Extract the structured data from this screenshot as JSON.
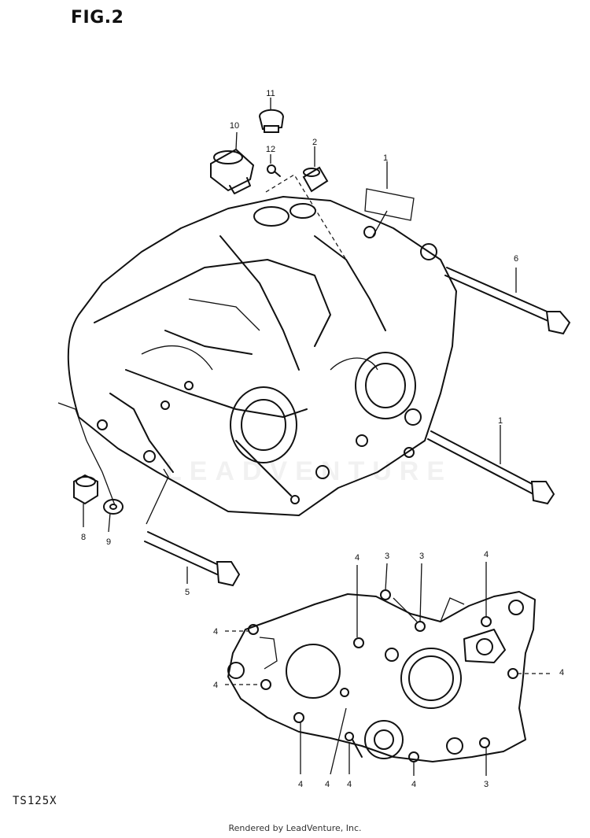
{
  "figure": {
    "title": "FIG.2"
  },
  "model": "TS125X",
  "footer": "Rendered by LeadVenture, Inc.",
  "watermark": "LEADVENTURE",
  "callouts": {
    "c1a": "1",
    "c1b": "1",
    "c2": "2",
    "c3a": "3",
    "c3b": "3",
    "c3c": "3",
    "c4a": "4",
    "c4b": "4",
    "c4c": "4",
    "c4d": "4",
    "c4e": "4",
    "c4f": "4",
    "c4g": "4",
    "c4h": "4",
    "c4i": "4",
    "c5": "5",
    "c6": "6",
    "c8": "8",
    "c9": "9",
    "c10": "10",
    "c11": "11",
    "c12": "12"
  }
}
